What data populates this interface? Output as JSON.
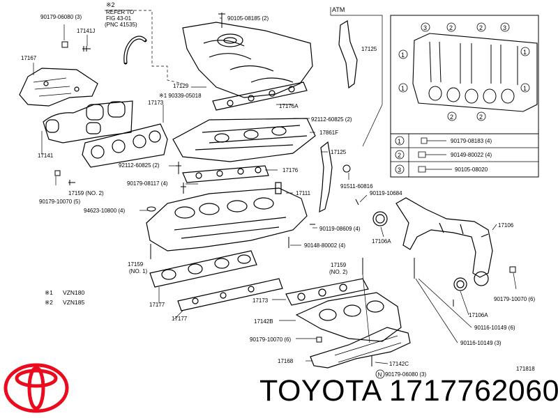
{
  "header": {
    "note_mark": "※2",
    "refer_line1": "REFER TO",
    "refer_line2": "FIG 43-01",
    "refer_line3": "(PNC 41535)",
    "atm": "ATM"
  },
  "labels": {
    "l90179_06080_3_top": "90179-06080 (3)",
    "l17141J": "17141J",
    "l17167": "17167",
    "l17141": "17141",
    "l17159_no2_left": "17159 (NO. 2)",
    "l90179_10070_5_left": "90179-10070 (5)",
    "l90105_08185_2": "90105-08185 (2)",
    "l17129": "17129",
    "l90339_05018": "※1 90339-05018",
    "l17173_top": "17173",
    "l17176A": "17176A",
    "l92112_60825_2_right": "92112-60825 (2)",
    "l17861F": "17861F",
    "l92112_60825_2_left": "92112-60825 (2)",
    "l17176": "17176",
    "l90179_08117_4": "90179-08117 (4)",
    "l17111": "17111",
    "l94623_10800_4": "94623-10800 (4)",
    "l17125_top": "17125",
    "l17125_mid": "17125",
    "l91511_60816": "91511-60816",
    "l90119_10684": "90119-10684",
    "l90119_08609_4": "90119-08609 (4)",
    "l17106A_left": "17106A",
    "l90148_80002_4": "90148-80002 (4)",
    "l17106": "17106",
    "l17159_no1": "17159",
    "l17159_no1_b": "(NO. 1)",
    "l17159_no2_mid": "17159",
    "l17159_no2_mid_b": "(NO. 2)",
    "l17177_a": "17177",
    "l17177_b": "17177",
    "l17173_mid": "17173",
    "l17142B": "17142B",
    "l90179_10070_6_mid": "90179-10070 (6)",
    "l17168": "17168",
    "l17142C": "17142C",
    "l90179_06080_3_bottom": "90179-06080 (3)",
    "l90179_10070_6_right": "90179-10070 (6)",
    "l17106A_right": "17106A",
    "l90116_10149_6": "90116-10149 (6)",
    "l90116_10149_3": "90116-10149 (3)",
    "n_circle": "N",
    "code_171818": "171818"
  },
  "notes": {
    "n1_mark": "※1",
    "n1_text": "VZN180",
    "n2_mark": "※2",
    "n2_text": "VZN185"
  },
  "legend_table": {
    "rows": [
      {
        "num": "1",
        "part": "90179-08183 (4)"
      },
      {
        "num": "2",
        "part": "90149-80022 (4)"
      },
      {
        "num": "3",
        "part": "90105-08020"
      }
    ]
  },
  "inset_markers": [
    "1",
    "1",
    "1",
    "1",
    "2",
    "2",
    "2",
    "2",
    "3",
    "3"
  ],
  "footer": {
    "brand_text": "TOYOTA 1717762060"
  },
  "colors": {
    "line": "#000000",
    "logo_red": "#eb0a1e",
    "background": "#ffffff"
  }
}
